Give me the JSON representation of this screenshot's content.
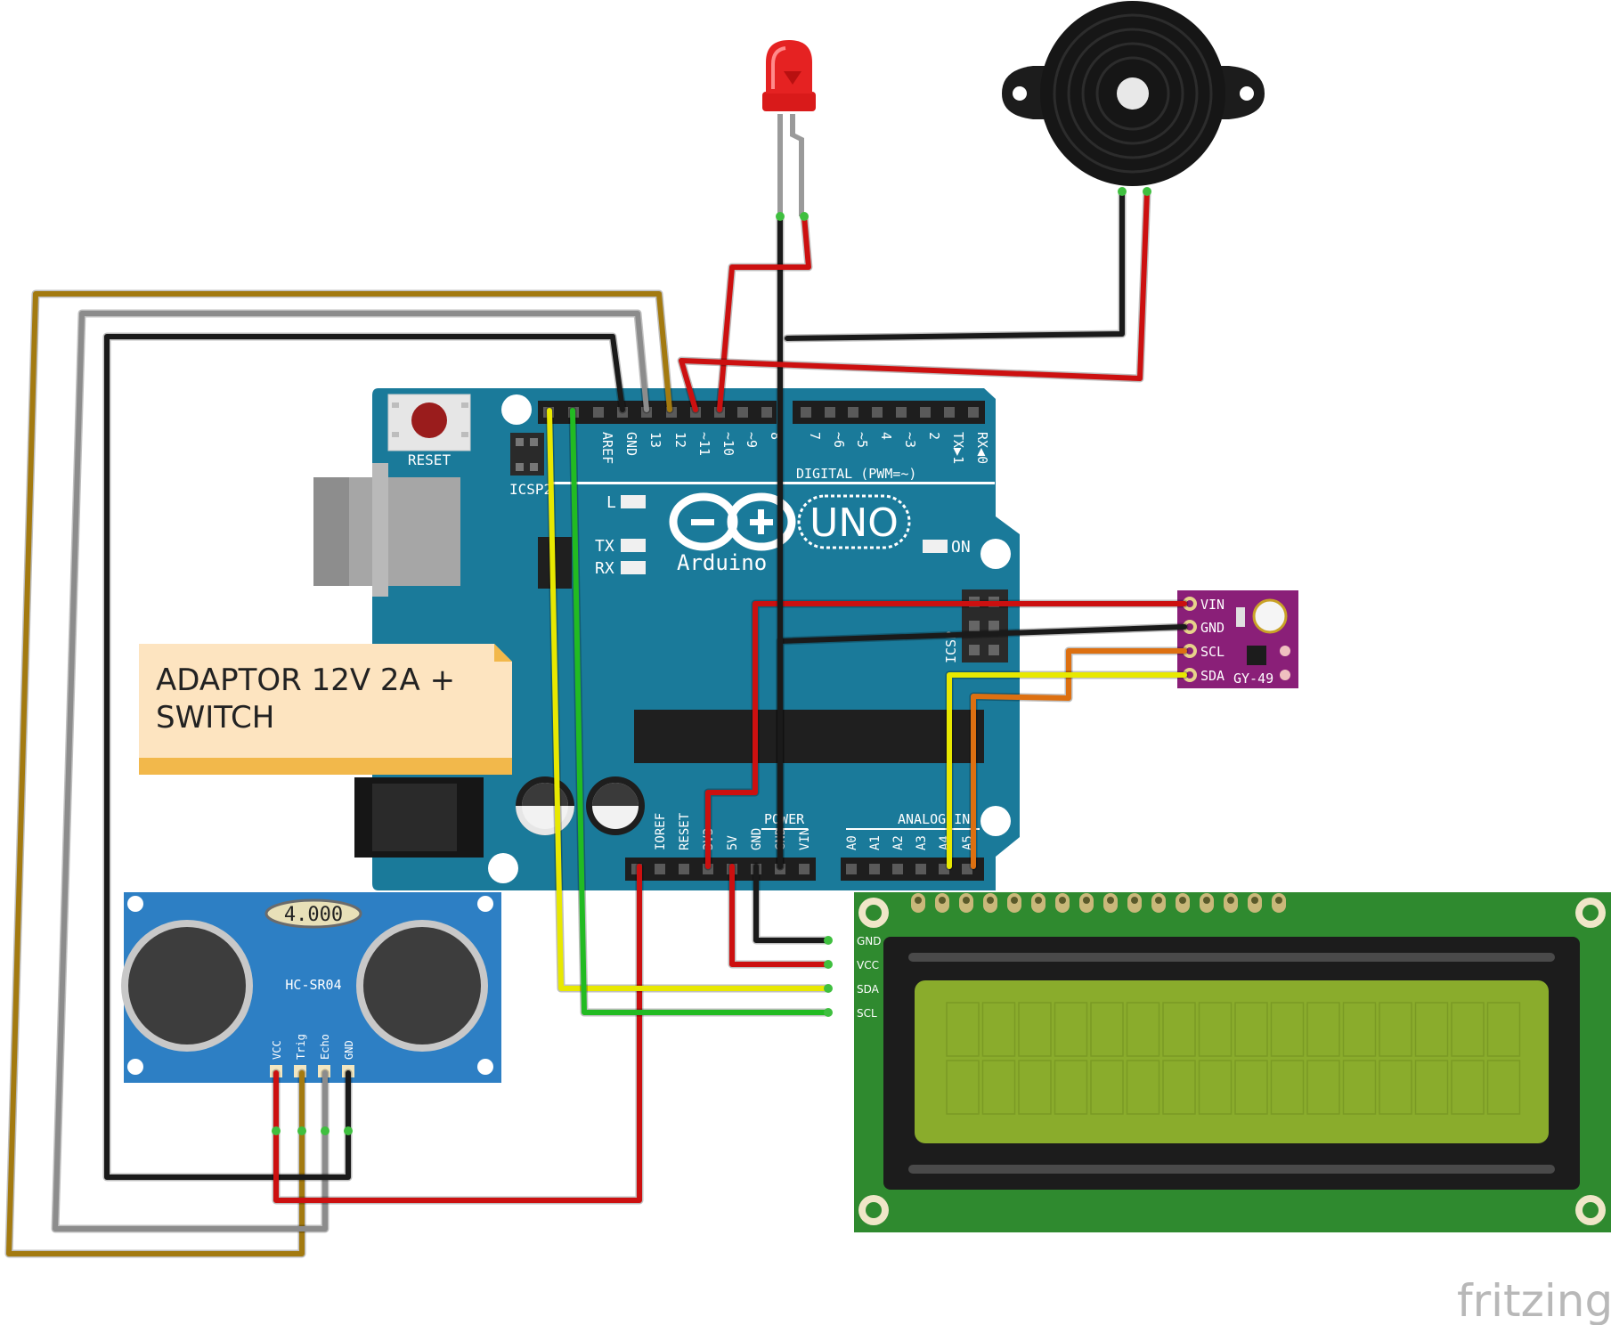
{
  "colors": {
    "arduino_board": "#1a7a9a",
    "lcd_board": "#2f8a2f",
    "lcd_screen": "#8aac2c",
    "hcsr04_board": "#2d7fc4",
    "gy49_board": "#8a1f78",
    "note_bg": "#fde4c0",
    "note_edge": "#f2b84b",
    "wire_black": "#1a1a1a",
    "wire_red": "#cc1010",
    "wire_yellow": "#e8e800",
    "wire_green": "#22bb22",
    "wire_gray": "#8c8c8c",
    "wire_brown": "#a37a10",
    "wire_orange": "#dd7011"
  },
  "arduino": {
    "reset_label": "RESET",
    "icsp2_label": "ICSP2",
    "icsp_label": "ICSP",
    "digital_label": "DIGITAL (PWM=~)",
    "brand_label": "Arduino",
    "model_label": "UNO",
    "on_label": "ON",
    "led_l": "L",
    "led_tx": "TX",
    "led_rx": "RX",
    "power_label": "POWER",
    "analog_label": "ANALOG IN",
    "digital_pins": [
      "AREF",
      "GND",
      "13",
      "12",
      "~11",
      "~10",
      "~9",
      "8",
      "7",
      "~6",
      "~5",
      "4",
      "~3",
      "2",
      "TX▶1",
      "RX◀0"
    ],
    "power_pins": [
      "IOREF",
      "RESET",
      "3V3",
      "5V",
      "GND",
      "GND",
      "VIN"
    ],
    "analog_pins": [
      "A0",
      "A1",
      "A2",
      "A3",
      "A4",
      "A5"
    ]
  },
  "note": {
    "line1": "ADAPTOR 12V 2A +",
    "line2": "SWITCH"
  },
  "hcsr04": {
    "crystal_label": "4.000",
    "model_label": "HC-SR04",
    "pins": [
      "VCC",
      "Trig",
      "Echo",
      "GND"
    ]
  },
  "gy49": {
    "model_label": "GY-49",
    "pins": [
      "VIN",
      "GND",
      "SCL",
      "SDA"
    ]
  },
  "lcd": {
    "pins": [
      "GND",
      "VCC",
      "SDA",
      "SCL"
    ]
  },
  "watermark": "fritzing"
}
